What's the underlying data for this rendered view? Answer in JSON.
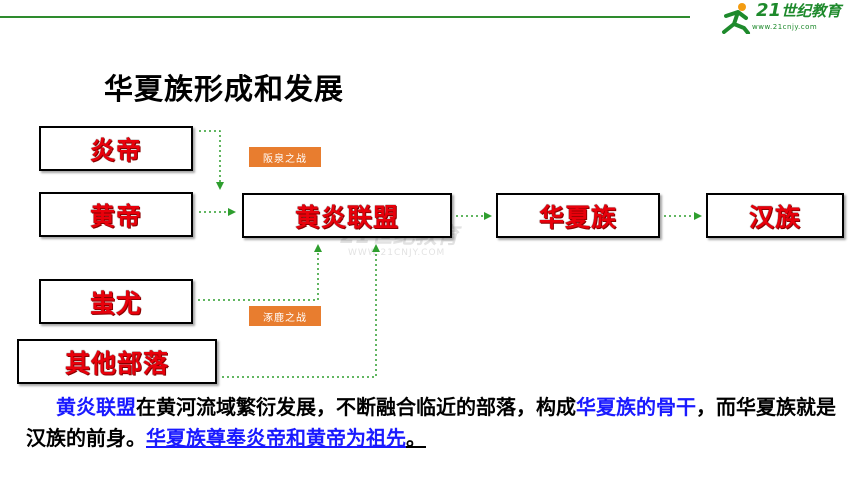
{
  "logo": {
    "number": "21",
    "text": "世纪教育",
    "url": "www.21cnjy.com"
  },
  "title": "华夏族形成和发展",
  "boxes": {
    "yandi": "炎帝",
    "huangdi": "黄帝",
    "chiyou": "蚩尤",
    "others": "其他部落",
    "alliance": "黄炎联盟",
    "huaxia": "华夏族",
    "han": "汉族"
  },
  "tags": {
    "banquan": "阪泉之战",
    "zhuolu": "涿鹿之战"
  },
  "watermark": {
    "text": "21世纪教育",
    "url": "WWW.21CNJY.COM"
  },
  "paragraph": {
    "s1": "黄炎联盟",
    "s2": "在黄河流域繁衍发展，不断融合临近的部落，构成",
    "s3": "华夏族的骨干",
    "s4": "，而华夏族就是汉族的前身。",
    "s5": "华夏族尊奉炎帝和黄帝为祖先",
    "s6": "。"
  },
  "colors": {
    "box_text": "#e8000b",
    "arrow": "#2e9e2e",
    "tag_bg": "#e87d2f",
    "highlight": "#1a1aff"
  }
}
